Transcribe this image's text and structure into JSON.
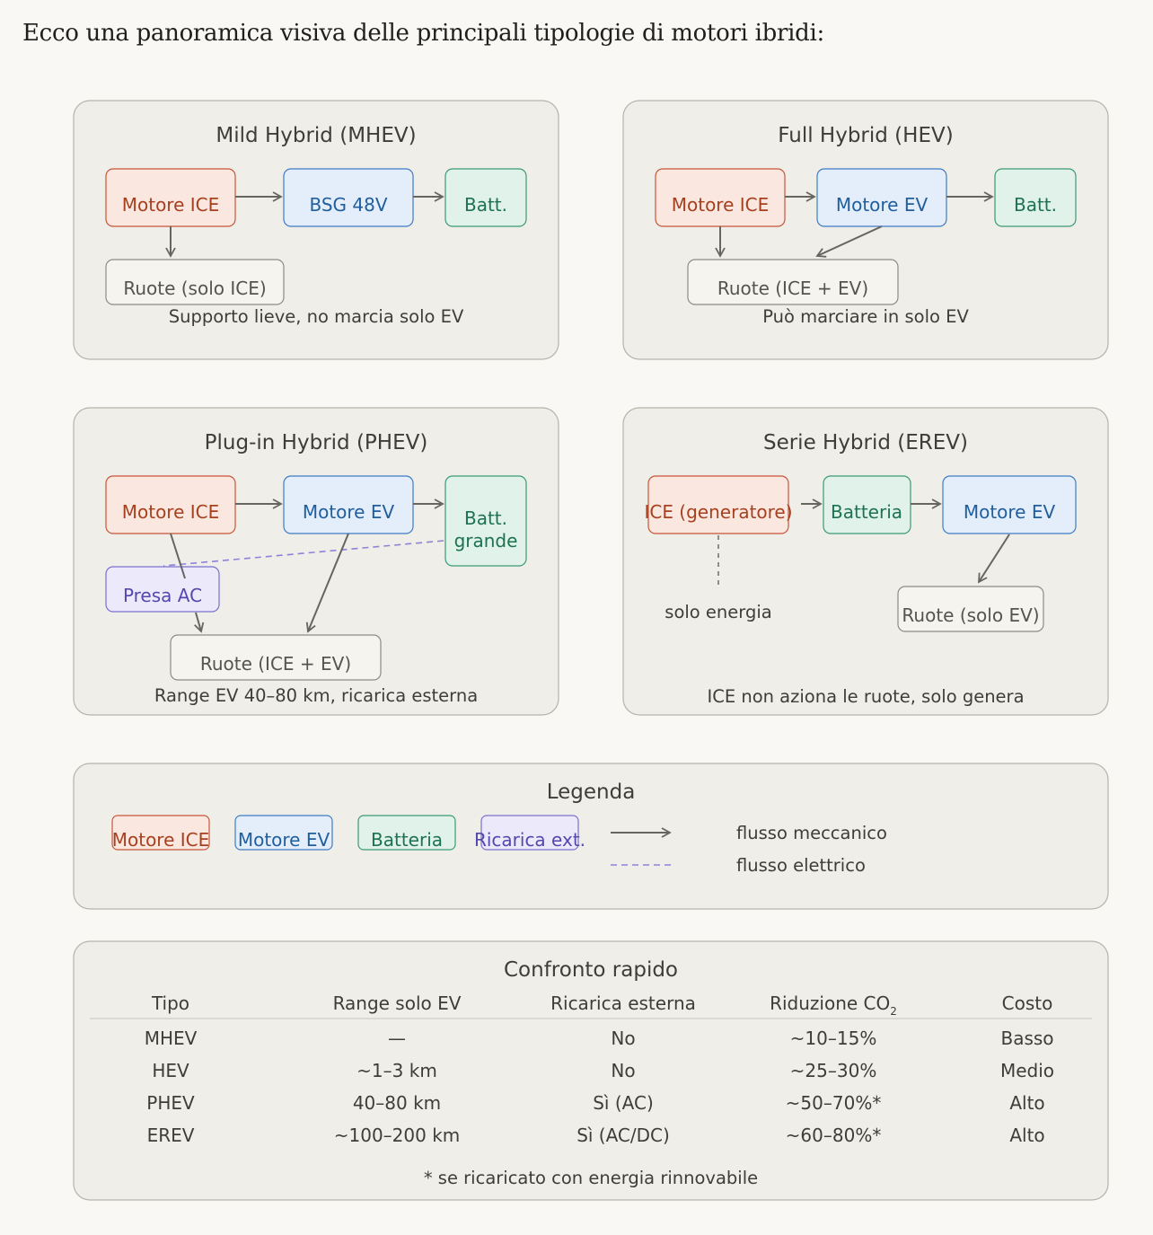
{
  "intro": "Ecco una panoramica visiva delle principali tipologie di motori ibridi:",
  "mhev": {
    "title": "Mild Hybrid (MHEV)",
    "ice": "Motore ICE",
    "bsg": "BSG 48V",
    "battery": "Batt.",
    "wheels": "Ruote (solo ICE)",
    "caption": "Supporto lieve, no marcia solo EV"
  },
  "hev": {
    "title": "Full Hybrid (HEV)",
    "ice": "Motore ICE",
    "ev": "Motore EV",
    "battery": "Batt.",
    "wheels": "Ruote (ICE + EV)",
    "caption": "Può marciare in solo EV"
  },
  "phev": {
    "title": "Plug-in Hybrid (PHEV)",
    "ice": "Motore ICE",
    "ev": "Motore EV",
    "battery_line1": "Batt.",
    "battery_line2": "grande",
    "plug": "Presa AC",
    "wheels": "Ruote (ICE + EV)",
    "caption": "Range EV 40–80 km, ricarica esterna"
  },
  "erev": {
    "title": "Serie Hybrid (EREV)",
    "generator": "ICE (generatore)",
    "battery": "Batteria",
    "ev": "Motore EV",
    "wheels": "Ruote (solo EV)",
    "energy_note": "solo energia",
    "caption": "ICE non aziona le ruote, solo genera"
  },
  "legend": {
    "title": "Legenda",
    "ice": "Motore ICE",
    "ev": "Motore EV",
    "battery": "Batteria",
    "charge": "Ricarica ext.",
    "mechanical": "flusso meccanico",
    "electric": "flusso elettrico"
  },
  "table": {
    "title": "Confronto rapido",
    "headers": [
      "Tipo",
      "Range solo EV",
      "Ricarica esterna",
      "Riduzione CO",
      "Costo"
    ],
    "co2_subscript": "2",
    "rows": [
      [
        "MHEV",
        "—",
        "No",
        "~10–15%",
        "Basso"
      ],
      [
        "HEV",
        "~1–3 km",
        "No",
        "~25–30%",
        "Medio"
      ],
      [
        "PHEV",
        "40–80 km",
        "Sì (AC)",
        "~50–70%*",
        "Alto"
      ],
      [
        "EREV",
        "~100–200 km",
        "Sì (AC/DC)",
        "~60–80%*",
        "Alto"
      ]
    ],
    "footnote": "* se ricaricato con energia rinnovabile"
  },
  "colors": {
    "ice": "#c7563a",
    "ev": "#3f7cc3",
    "battery": "#3b9a73",
    "charge": "#7a70cf",
    "wheels": "#8d8b84",
    "panel": "#efeee8"
  }
}
